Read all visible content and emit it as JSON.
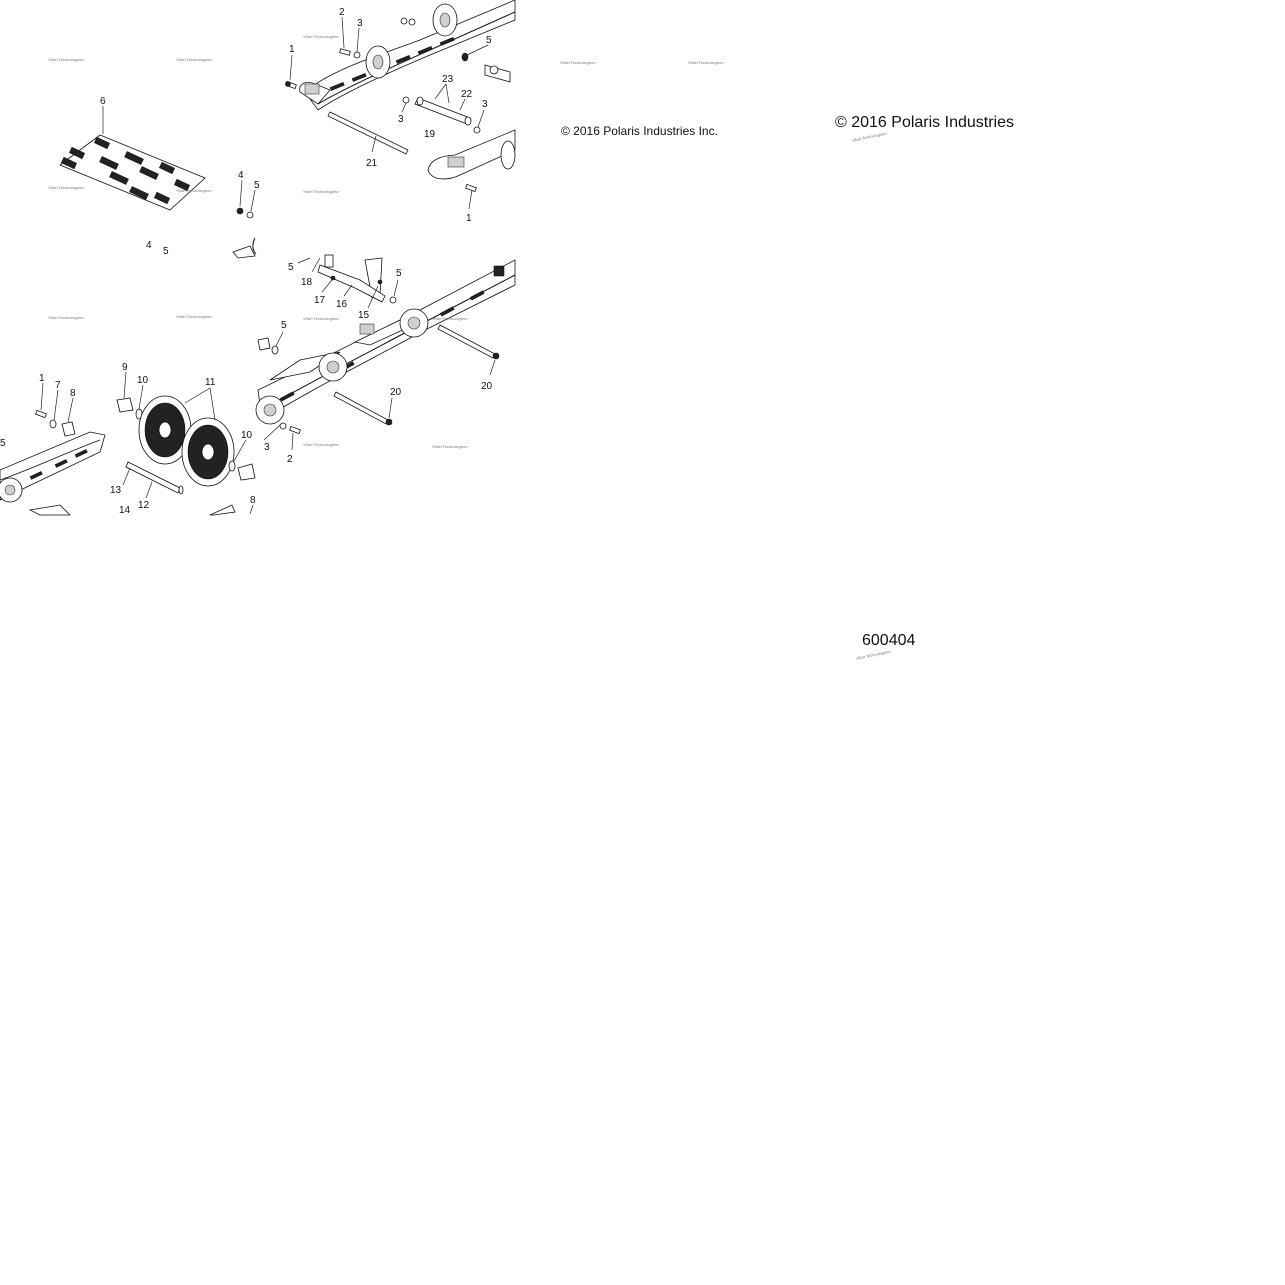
{
  "watermark_text": "«Bart Technologies»",
  "copyright_small": "© 2016 Polaris Industries Inc.",
  "copyright_large": "© 2016 Polaris Industries",
  "figure_number": "600404",
  "callouts": {
    "a1": "2",
    "a2": "3",
    "a3": "1",
    "a4": "5",
    "a5": "23",
    "a6": "22",
    "a7": "3",
    "a8": "3",
    "a9": "19",
    "a10": "21",
    "a11": "1",
    "a12": "6",
    "a13": "4",
    "a14": "5",
    "a15": "4",
    "a16": "5",
    "b1": "5",
    "b2": "18",
    "b3": "17",
    "b4": "16",
    "b5": "15",
    "b6": "5",
    "b7": "5",
    "b8": "20",
    "b9": "20",
    "c1": "1",
    "c2": "7",
    "c3": "8",
    "c4": "9",
    "c5": "10",
    "c6": "11",
    "c7": "10",
    "c8": "3",
    "c9": "2",
    "c10": "5",
    "c11": "13",
    "c12": "12",
    "c13": "14",
    "c14": "8"
  },
  "colors": {
    "line": "#111111",
    "background": "#ffffff",
    "watermark": "#777777"
  }
}
